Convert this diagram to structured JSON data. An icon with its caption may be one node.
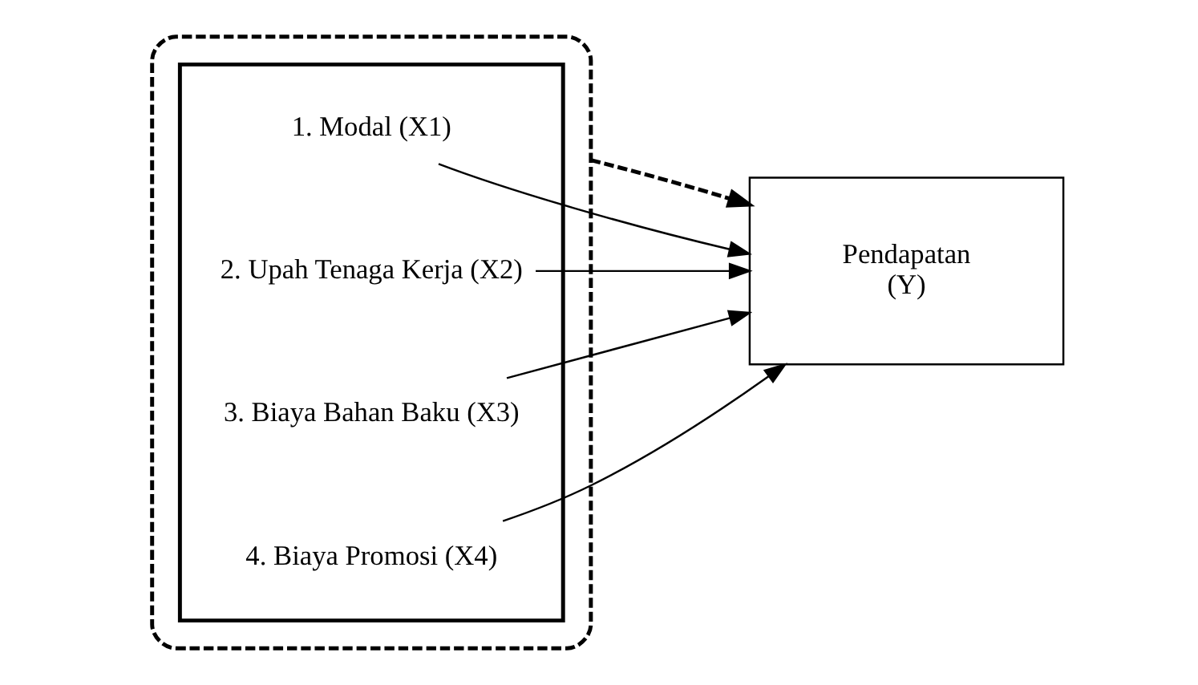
{
  "diagram": {
    "nodes": [
      {
        "text": [],
        "shape": "box"
      },
      {
        "text": [],
        "shape": "box",
        "in": 0
      },
      {
        "text": [
          "1. Modal (X1)"
        ],
        "in": 1
      },
      {
        "text": [
          "2. Upah Tenaga Kerja (X2)"
        ],
        "in": 1
      },
      {
        "text": [
          "3. Biaya Bahan Baku (X3)"
        ],
        "in": 1
      },
      {
        "text": [
          "4. Biaya Promosi (X4)"
        ],
        "in": 1
      },
      {
        "text": [
          "Pendapatan",
          "(Y)"
        ]
      }
    ],
    "edges": [
      {
        "from": 2,
        "to": 6,
        "arrow": "to"
      },
      {
        "from": 3,
        "to": 6,
        "arrow": "to"
      },
      {
        "from": 4,
        "to": 6,
        "arrow": "to"
      },
      {
        "from": 5,
        "to": 6,
        "arrow": "to"
      },
      {
        "from": 0,
        "to": 6,
        "arrow": "to",
        "style": "dashed"
      }
    ]
  }
}
